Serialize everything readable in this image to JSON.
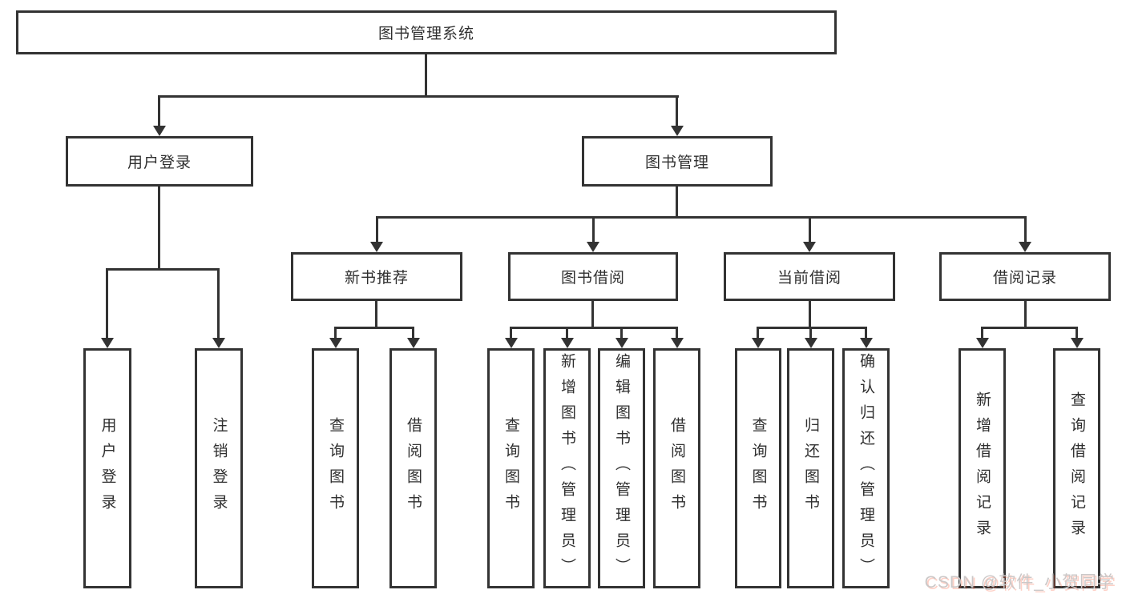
{
  "title": {
    "label": "图书管理系统"
  },
  "branches": {
    "user_login": {
      "label": "用户登录",
      "leaves": [
        "用户登录",
        "注销登录"
      ]
    },
    "book_mgmt": {
      "label": "图书管理",
      "sections": [
        {
          "label": "新书推荐",
          "leaves": [
            "查询图书",
            "借阅图书"
          ]
        },
        {
          "label": "图书借阅",
          "leaves": [
            "查询图书",
            "新增图书（管理员）",
            "编辑图书（管理员）",
            "借阅图书"
          ]
        },
        {
          "label": "当前借阅",
          "leaves": [
            "查询图书",
            "归还图书",
            "确认归还（管理员）"
          ]
        },
        {
          "label": "借阅记录",
          "leaves": [
            "新增借阅记录",
            "查询借阅记录"
          ]
        }
      ]
    }
  },
  "watermark": {
    "text": "CSDN @软件_小贺同学"
  },
  "colors": {
    "line": "#333333",
    "text": "#2f2f2f",
    "background": "#ffffff",
    "watermark_gray": "#cbc8c8",
    "watermark_accent": "#fc5531"
  }
}
